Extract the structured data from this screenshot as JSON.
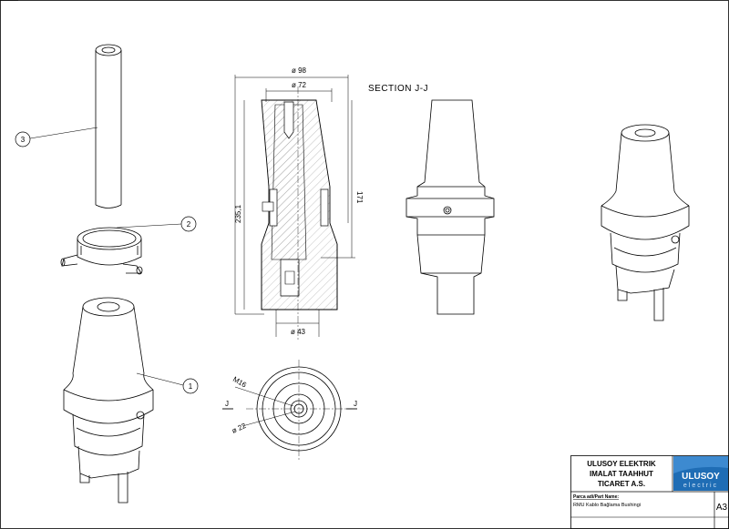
{
  "drawing": {
    "section_title": "SECTION J-J",
    "section_marks": [
      "J",
      "J"
    ],
    "dims": {
      "outer_dia": "ø 98",
      "inner_dia": "ø 72",
      "height": "235,1",
      "inner_height": "171",
      "bottom_dia": "ø 43",
      "thread": "M16",
      "bore_dia": "ø 22"
    },
    "balloons": [
      "1",
      "2",
      "3"
    ]
  },
  "title_block": {
    "company_line1": "ULUSOY ELEKTRIK",
    "company_line2": "IMALAT TAAHHUT",
    "company_line3": "TICARET A.S.",
    "logo_text": "ULUSOY",
    "logo_sub": "electric",
    "part_label": "Parca adi/Part Name:",
    "part_name": "RMU Kablo Bağlama Bushingi",
    "sheet_size": "A3"
  },
  "colors": {
    "line": "#000000",
    "hatch": "#9a9a9a",
    "logo_bg": "#1f6db5"
  }
}
